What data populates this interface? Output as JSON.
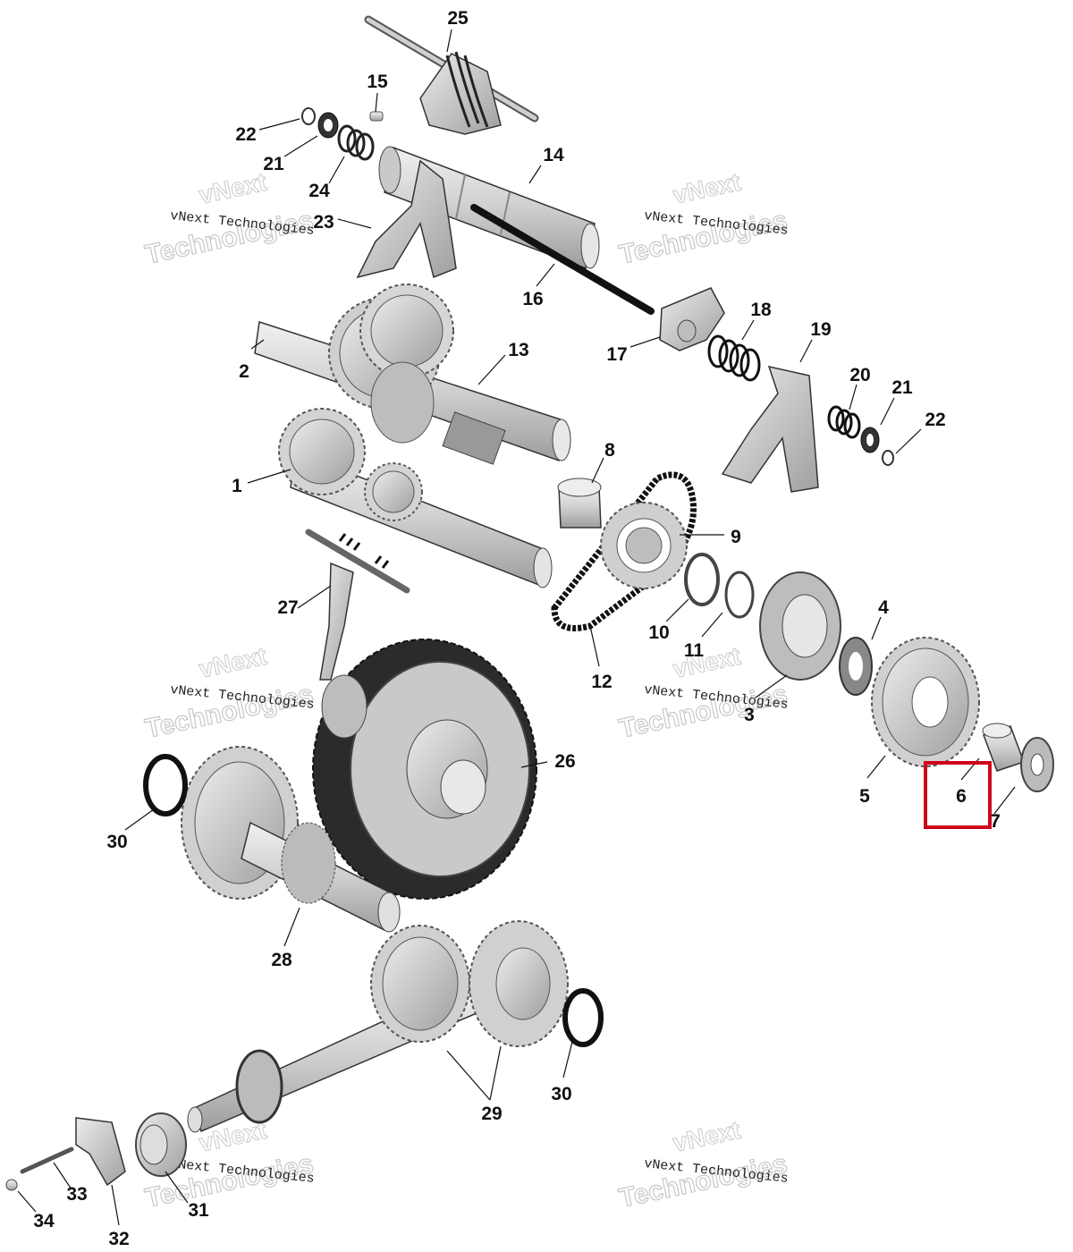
{
  "callouts": [
    {
      "id": "c1",
      "label": "1"
    },
    {
      "id": "c2",
      "label": "2"
    },
    {
      "id": "c3",
      "label": "3"
    },
    {
      "id": "c4",
      "label": "4"
    },
    {
      "id": "c5",
      "label": "5"
    },
    {
      "id": "c6",
      "label": "6"
    },
    {
      "id": "c7",
      "label": "7"
    },
    {
      "id": "c8",
      "label": "8"
    },
    {
      "id": "c9",
      "label": "9"
    },
    {
      "id": "c10",
      "label": "10"
    },
    {
      "id": "c11",
      "label": "11"
    },
    {
      "id": "c12",
      "label": "12"
    },
    {
      "id": "c13",
      "label": "13"
    },
    {
      "id": "c14",
      "label": "14"
    },
    {
      "id": "c15",
      "label": "15"
    },
    {
      "id": "c16",
      "label": "16"
    },
    {
      "id": "c17",
      "label": "17"
    },
    {
      "id": "c18",
      "label": "18"
    },
    {
      "id": "c19",
      "label": "19"
    },
    {
      "id": "c20",
      "label": "20"
    },
    {
      "id": "c21a",
      "label": "21"
    },
    {
      "id": "c21b",
      "label": "21"
    },
    {
      "id": "c22a",
      "label": "22"
    },
    {
      "id": "c22b",
      "label": "22"
    },
    {
      "id": "c23",
      "label": "23"
    },
    {
      "id": "c24",
      "label": "24"
    },
    {
      "id": "c25",
      "label": "25"
    },
    {
      "id": "c26",
      "label": "26"
    },
    {
      "id": "c27",
      "label": "27"
    },
    {
      "id": "c28",
      "label": "28"
    },
    {
      "id": "c29",
      "label": "29"
    },
    {
      "id": "c30a",
      "label": "30"
    },
    {
      "id": "c30b",
      "label": "30"
    },
    {
      "id": "c31",
      "label": "31"
    },
    {
      "id": "c32",
      "label": "32"
    },
    {
      "id": "c33",
      "label": "33"
    },
    {
      "id": "c34",
      "label": "34"
    }
  ],
  "highlight": {
    "label": "6",
    "color": "#d0021b"
  },
  "watermark": {
    "line1": "vNext Technologies",
    "line2": "vNext",
    "line3": "Technologies"
  },
  "colors": {
    "part_fill": "#d9d9d9",
    "part_shade": "#a8a8a8",
    "dark_part": "#2b2b2b",
    "ink": "#111111"
  }
}
